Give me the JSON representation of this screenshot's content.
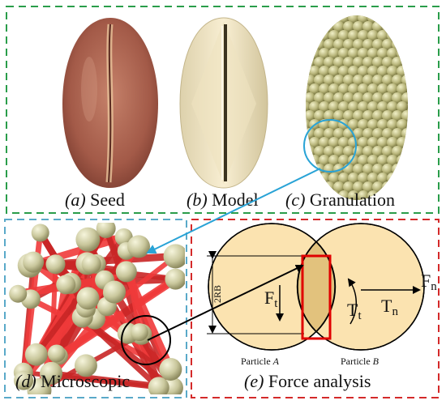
{
  "panels": {
    "a": {
      "label": "(a)",
      "caption": "Seed"
    },
    "b": {
      "label": "(b)",
      "caption": "Model"
    },
    "c": {
      "label": "(c)",
      "caption": "Granulation"
    },
    "d": {
      "label": "(d)",
      "caption": "Microscopic"
    },
    "e": {
      "label": "(e)",
      "caption": "Force analysis"
    }
  },
  "force_diagram": {
    "particle_a_word": "Particle",
    "particle_a_letter": "A",
    "particle_b_word": "Particle",
    "particle_b_letter": "B",
    "radius_label": "2RB",
    "ft_main": "F",
    "ft_sub": "t",
    "tt_main": "T",
    "tt_sub": "t",
    "tn_main": "T",
    "tn_sub": "n",
    "fn_main": "F",
    "fn_sub": "n"
  },
  "colors": {
    "top_border": "#2a9d4a",
    "micro_border": "#5aa9c9",
    "force_border": "#d42a2a",
    "particle_fill": "#fbe3b0",
    "bond_red": "#f03a3a",
    "sphere": "#c8c79a",
    "connector": "#29a3d6"
  }
}
